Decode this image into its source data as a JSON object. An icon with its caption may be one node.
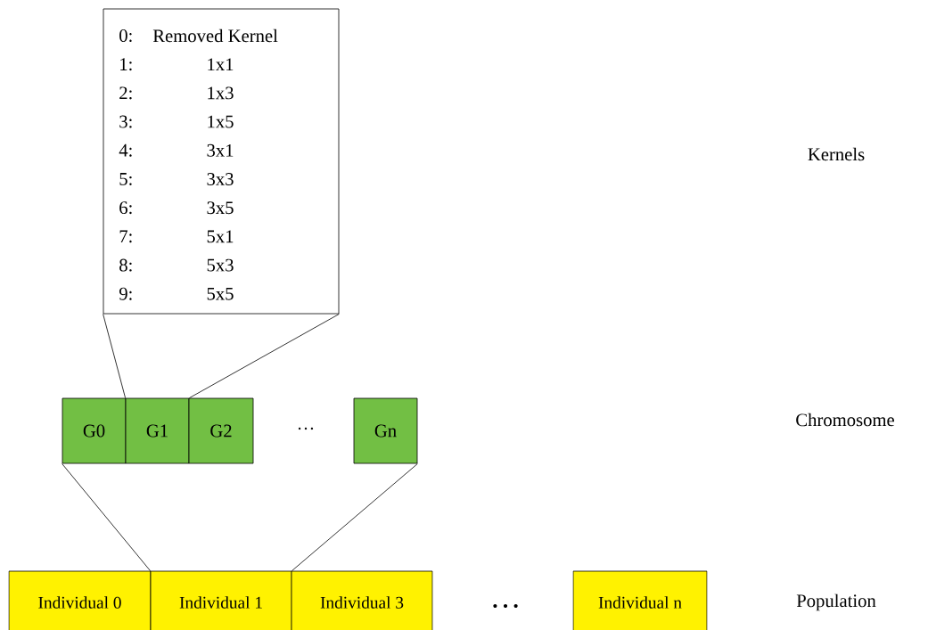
{
  "diagram": {
    "nodes": [
      {
        "text": [
          "0:",
          "Removed Kernel",
          "1:",
          "1x1",
          "2:",
          "1x3",
          "3:",
          "1x5",
          "4:",
          "3x1",
          "5:",
          "3x3",
          "6:",
          "3x5",
          "7:",
          "5x1",
          "8:",
          "5x3",
          "9:",
          "5x5"
        ]
      },
      {
        "text": [
          "G0"
        ]
      },
      {
        "text": [
          "G1"
        ]
      },
      {
        "text": [
          "G2"
        ]
      },
      {
        "text": [
          "Gn"
        ]
      },
      {
        "text": [
          "Individual 0"
        ]
      },
      {
        "text": [
          "Individual 1"
        ]
      },
      {
        "text": [
          "Individual 3"
        ]
      },
      {
        "text": [
          "Individual n"
        ]
      }
    ],
    "edges": [
      {
        "from": 0,
        "to": 2,
        "arrow": "none"
      },
      {
        "from": 0,
        "to": 2,
        "arrow": "none"
      },
      {
        "from": 1,
        "to": 6,
        "arrow": "none"
      },
      {
        "from": 4,
        "to": 6,
        "arrow": "none"
      }
    ],
    "labels": [
      "Kernels",
      "…",
      "Chromosome",
      "…",
      "Population"
    ]
  }
}
